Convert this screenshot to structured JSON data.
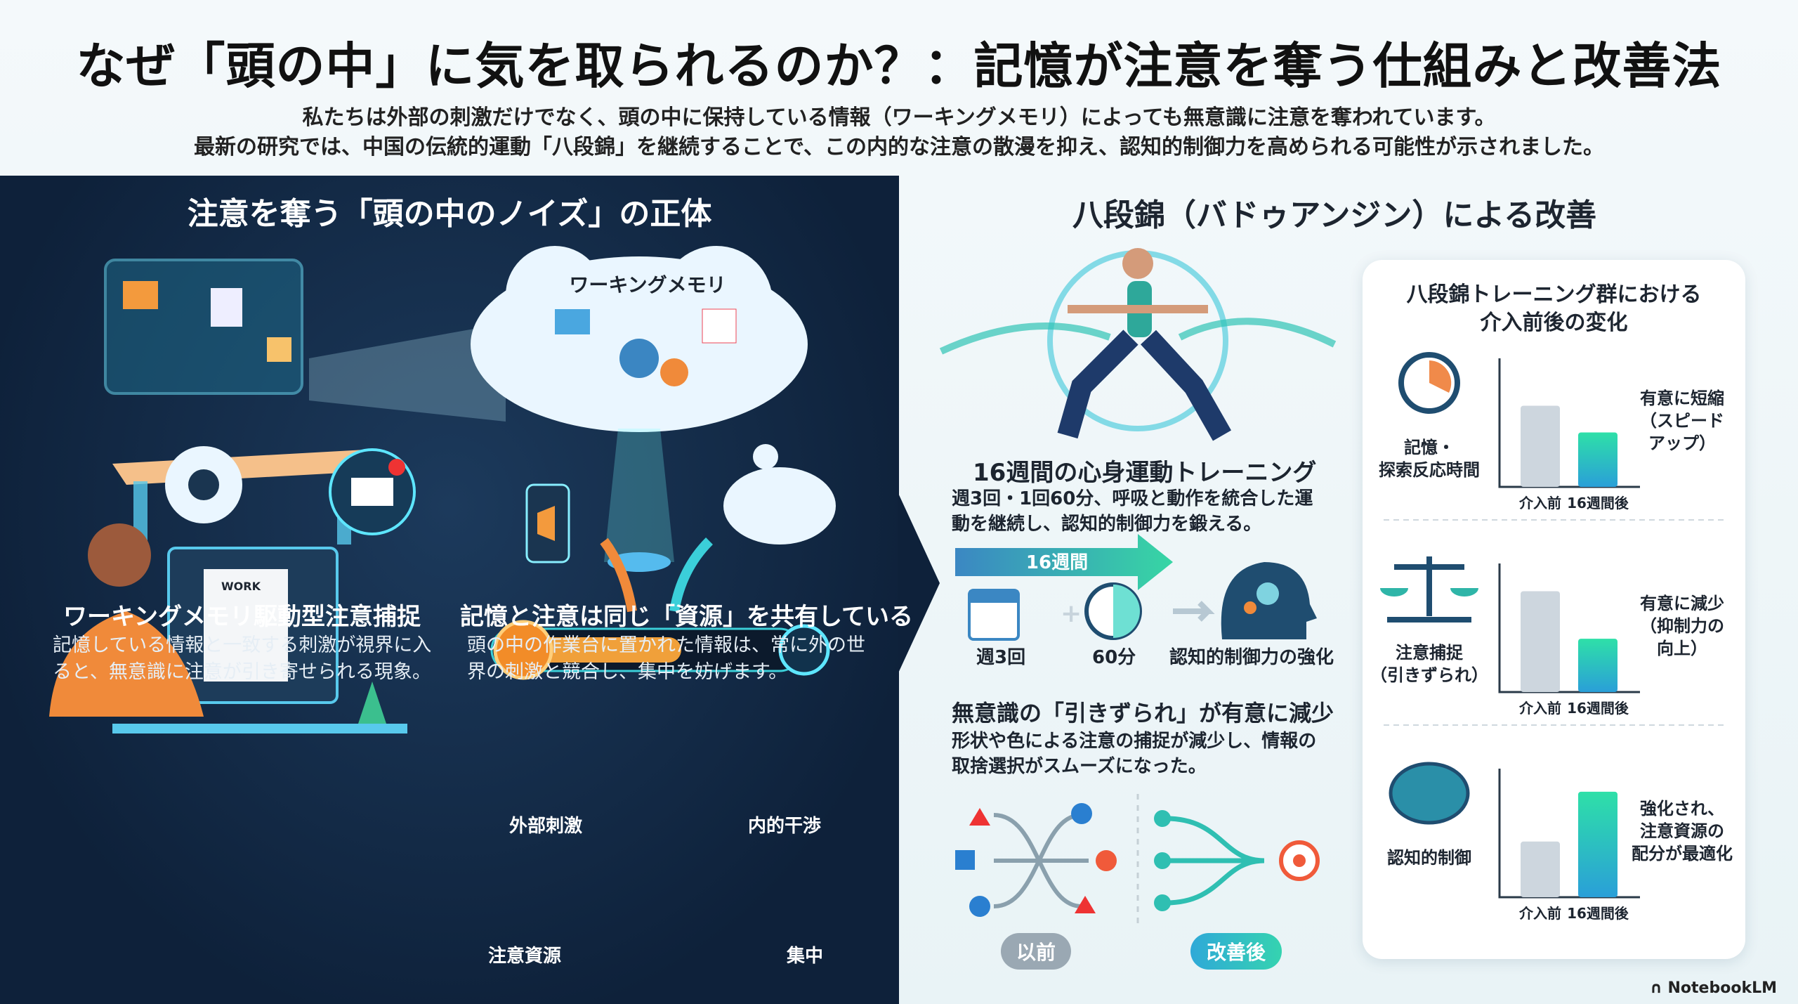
{
  "header": {
    "title": "なぜ「頭の中」に気を取られるのか？：記憶が注意を奪う仕組みと改善法",
    "sub1": "私たちは外部の刺激だけでなく、頭の中に保持している情報（ワーキングメモリ）によっても無意識に注意を奪われています。",
    "sub2": "最新の研究では、中国の伝統的運動「八段錦」を継続することで、この内的な注意の散漫を抑え、認知的制御力を高められる可能性が示されました。"
  },
  "left": {
    "title": "注意を奪う「頭の中のノイズ」の正体",
    "cloud_label": "ワーキングメモリ",
    "block1": {
      "heading": "ワーキングメモリ駆動型注意捕捉",
      "text": "記憶している情報と一致する刺激が視界に入ると、無意識に注意が引き寄せられる現象。"
    },
    "block2": {
      "heading": "記憶と注意は同じ「資源」を共有している",
      "text": "頭の中の作業台に置かれた情報は、常に外の世界の刺激と競合し、集中を妨げます。"
    },
    "screen_word": "WORK",
    "external": "外部刺激",
    "internal": "内的干渉",
    "resource": "注意資源",
    "focus": "集中"
  },
  "right": {
    "title": "八段錦（バドゥアンジン）による改善",
    "training": {
      "heading": "16週間の心身運動トレーニング",
      "text": "週3回・1回60分、呼吸と動作を統合した運動を継続し、認知的制御力を鍛える。",
      "arrow": "16週間",
      "freq": "週3回",
      "duration": "60分",
      "result": "認知的制御力の強化"
    },
    "effect": {
      "heading": "無意識の「引きずられ」が有意に減少",
      "text": "形状や色による注意の捕捉が減少し、情報の取捨選択がスムーズになった。",
      "before": "以前",
      "after": "改善後"
    }
  },
  "chart_data": {
    "type": "bar",
    "title": "八段錦トレーニング群における介入前後の変化",
    "categories": [
      "介入前",
      "16週間後"
    ],
    "charts": [
      {
        "label": "記憶・探索反応時間",
        "values": [
          70,
          47
        ],
        "note": "有意に短縮（スピードアップ）",
        "icon": "stopwatch-icon"
      },
      {
        "label": "注意捕捉（引きずられ）",
        "values": [
          87,
          46
        ],
        "note": "有意に減少（抑制力の向上）",
        "icon": "scale-icon"
      },
      {
        "label": "認知的制御",
        "values": [
          48,
          91
        ],
        "note": "強化され、注意資源の配分が最適化",
        "icon": "brain-icon"
      }
    ],
    "ylim": [
      0,
      100
    ],
    "colors": {
      "before": "#cdd6de",
      "after_top": "#2ee0a8",
      "after_bottom": "#2a9fd8"
    }
  },
  "footer": {
    "brand": "NotebookLM"
  }
}
